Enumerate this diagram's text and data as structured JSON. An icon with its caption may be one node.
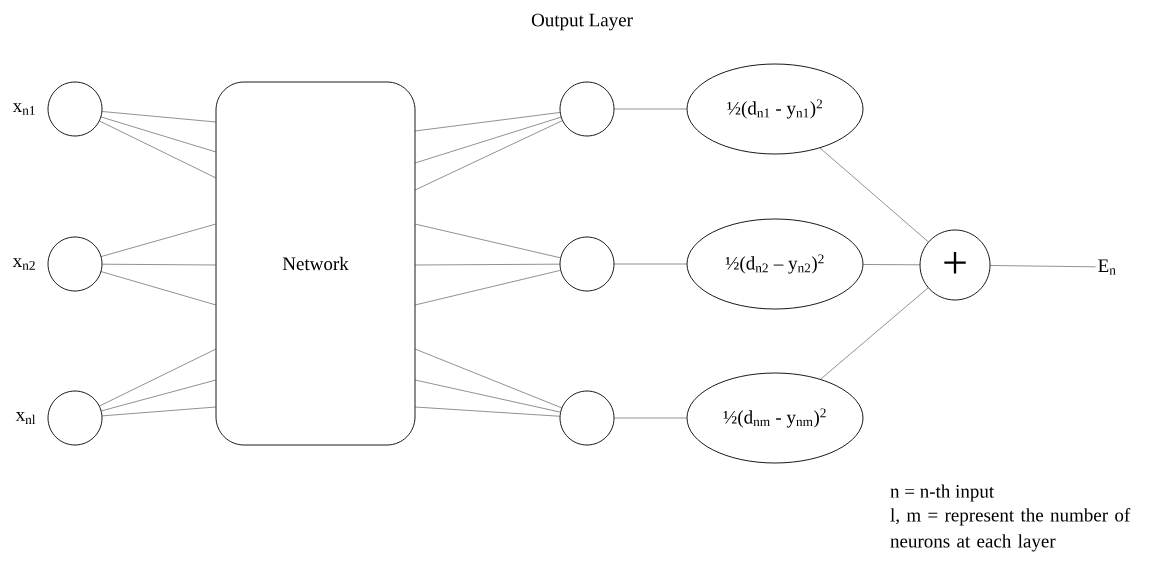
{
  "diagram": {
    "nodes": [
      {
        "text": [],
        "shape": "circle",
        "beside": [
          "x$_{n1}$"
        ]
      },
      {
        "text": [],
        "shape": "circle",
        "beside": [
          "x$_{n2}$"
        ]
      },
      {
        "text": [],
        "shape": "circle",
        "beside": [
          "x$_{nl}$"
        ]
      },
      {
        "text": [
          "Network"
        ]
      },
      {
        "text": [],
        "shape": "circle"
      },
      {
        "text": [],
        "shape": "circle"
      },
      {
        "text": [],
        "shape": "circle"
      },
      {
        "text": [
          "½(d$_{n1}$ - y$_{n1}$)$^{2}$"
        ]
      },
      {
        "text": [
          "½(d$_{n2}$ – y$_{n2}$)$^{2}$"
        ]
      },
      {
        "text": [
          "½(d$_{nm}$ - y$_{nm}$)$^{2}$"
        ]
      },
      {
        "text": [
          "+"
        ]
      },
      {
        "text": [
          "E$_{n}$"
        ]
      }
    ],
    "edges": [
      {
        "from": 0,
        "to": 3,
        "arrow": "none"
      },
      {
        "from": 0,
        "to": 3,
        "arrow": "none"
      },
      {
        "from": 0,
        "to": 3,
        "arrow": "none"
      },
      {
        "from": 1,
        "to": 3,
        "arrow": "none"
      },
      {
        "from": 1,
        "to": 3,
        "arrow": "none"
      },
      {
        "from": 1,
        "to": 3,
        "arrow": "none"
      },
      {
        "from": 2,
        "to": 3,
        "arrow": "none"
      },
      {
        "from": 2,
        "to": 3,
        "arrow": "none"
      },
      {
        "from": 2,
        "to": 3,
        "arrow": "none"
      },
      {
        "from": 3,
        "to": 4,
        "arrow": "none"
      },
      {
        "from": 3,
        "to": 4,
        "arrow": "none"
      },
      {
        "from": 3,
        "to": 4,
        "arrow": "none"
      },
      {
        "from": 3,
        "to": 5,
        "arrow": "none"
      },
      {
        "from": 3,
        "to": 5,
        "arrow": "none"
      },
      {
        "from": 3,
        "to": 5,
        "arrow": "none"
      },
      {
        "from": 3,
        "to": 6,
        "arrow": "none"
      },
      {
        "from": 3,
        "to": 6,
        "arrow": "none"
      },
      {
        "from": 3,
        "to": 6,
        "arrow": "none"
      },
      {
        "from": 4,
        "to": 7,
        "arrow": "none"
      },
      {
        "from": 5,
        "to": 8,
        "arrow": "none"
      },
      {
        "from": 6,
        "to": 9,
        "arrow": "none"
      },
      {
        "from": 7,
        "to": 10,
        "arrow": "none"
      },
      {
        "from": 8,
        "to": 10,
        "arrow": "none"
      },
      {
        "from": 9,
        "to": 10,
        "arrow": "none"
      },
      {
        "from": 10,
        "to": 11,
        "arrow": "none"
      }
    ],
    "labels": [
      "Output Layer",
      "n = n-th input",
      "l, m = represent the number of neurons at each layer"
    ]
  }
}
